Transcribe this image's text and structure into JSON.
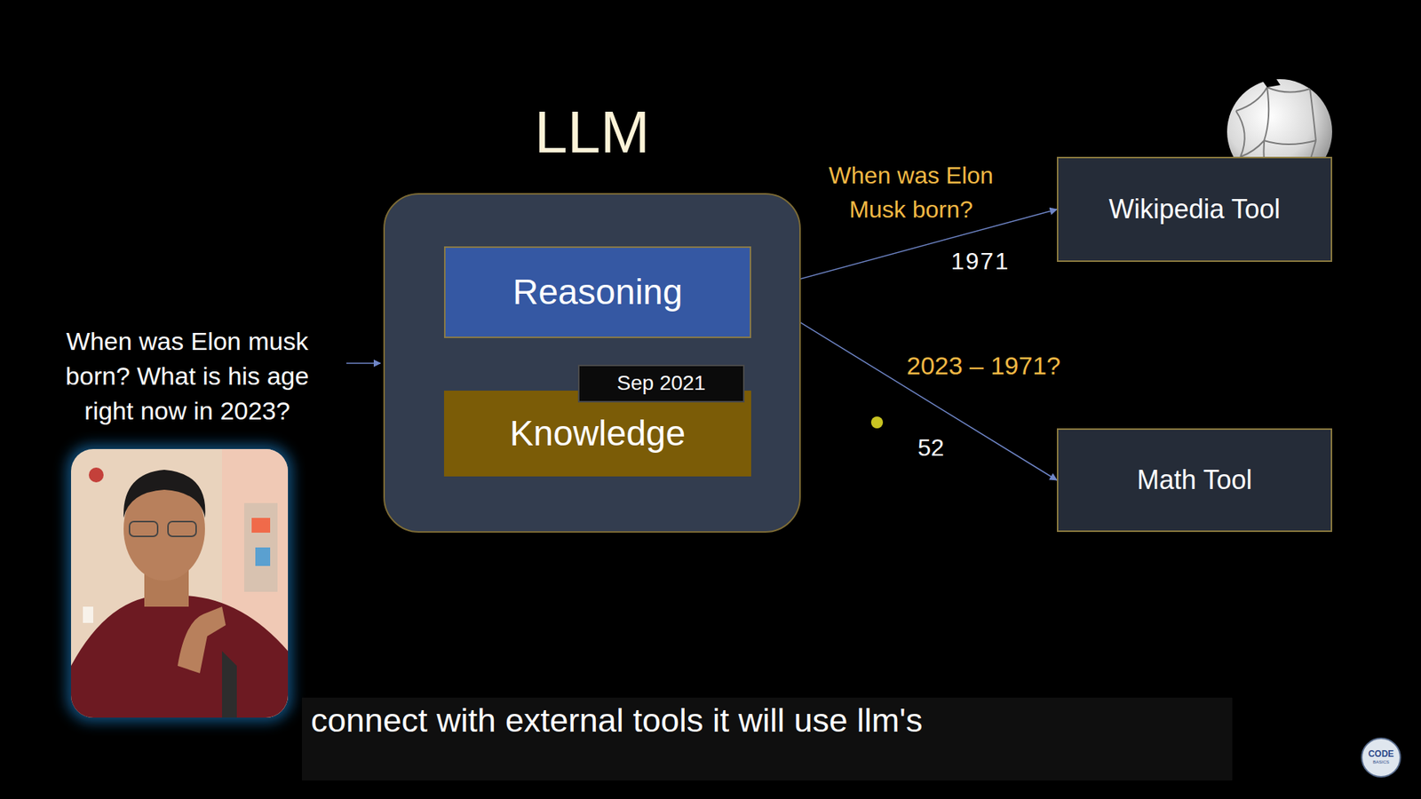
{
  "diagram": {
    "caption": "connect with external tools it will use llm's",
    "nodes": [
      {
        "text": [
          "LLM"
        ]
      },
      {
        "text": [
          "Reasoning"
        ],
        "in": 0
      },
      {
        "text": [
          "Sep 2021"
        ],
        "in": 0
      },
      {
        "text": [
          "Knowledge"
        ],
        "in": 0
      },
      {
        "text": [
          "Wikipedia Tool"
        ]
      },
      {
        "text": [
          "Math Tool"
        ]
      }
    ],
    "edges": [
      {
        "from": 1,
        "to": 4,
        "arrow": "to"
      },
      {
        "from": 1,
        "to": 5,
        "arrow": "to"
      }
    ],
    "labels": [
      "When was Elon musk born? What is his age right now in 2023?",
      "When was Elon Musk born?",
      "1971",
      "2023 – 1971?",
      "52",
      "CODE",
      "BASICS"
    ]
  }
}
